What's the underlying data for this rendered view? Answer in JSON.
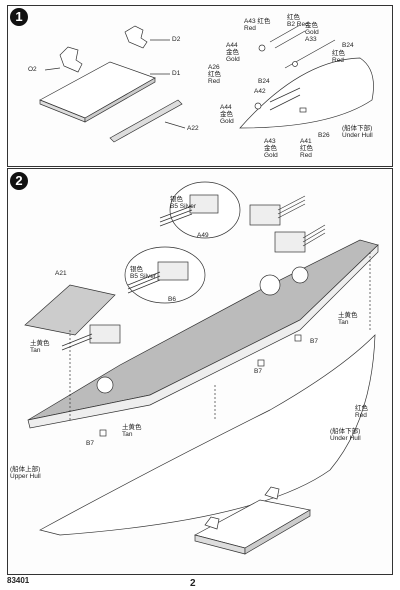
{
  "steps": {
    "s1": "1",
    "s2": "2"
  },
  "step1": {
    "d2": "D2",
    "o2": "O2",
    "d1": "D1",
    "a22": "A22",
    "a43_top": {
      "code": "A43",
      "cn": "红色",
      "en": "Red"
    },
    "b2_top": {
      "code": "B2",
      "cn": "红色",
      "en": "Red"
    },
    "a33": {
      "code": "A33",
      "cn": "金色",
      "en": "Gold"
    },
    "a44_top": {
      "code": "A44",
      "cn": "金色",
      "en": "Gold"
    },
    "b24_r": "B24",
    "red_r": {
      "cn": "红色",
      "en": "Red"
    },
    "a26": {
      "code": "A26",
      "cn": "红色",
      "en": "Red"
    },
    "b24_m": "B24",
    "a42": "A42",
    "a44_bot": {
      "code": "A44",
      "cn": "金色",
      "en": "Gold"
    },
    "a43_bot": {
      "code": "A43",
      "cn": "金色",
      "en": "Gold"
    },
    "a41": {
      "code": "A41",
      "cn": "红色",
      "en": "Red"
    },
    "b26": "B26",
    "under_hull": {
      "cn": "(船体下部)",
      "en": "Under Hull"
    }
  },
  "step2": {
    "b5_silver_top": {
      "code": "B5",
      "cn": "银色",
      "en": "Silver"
    },
    "a49": "A49",
    "b5_silver_mid": {
      "code": "B5",
      "cn": "银色",
      "en": "Silver"
    },
    "b6": "B6",
    "a21": "A21",
    "tan_left": {
      "cn": "土黄色",
      "en": "Tan"
    },
    "tan_right": {
      "cn": "土黄色",
      "en": "Tan"
    },
    "b7_r": "B7",
    "b7_m": "B7",
    "b7_l": "B7",
    "tan_mid": {
      "cn": "土黄色",
      "en": "Tan"
    },
    "red": {
      "cn": "红色",
      "en": "Red"
    },
    "under_hull": {
      "cn": "(船体下部)",
      "en": "Under Hull"
    },
    "upper_hull": {
      "cn": "(船体上部)",
      "en": "Upper Hull"
    }
  },
  "footer": {
    "code": "83401",
    "page": "2"
  }
}
